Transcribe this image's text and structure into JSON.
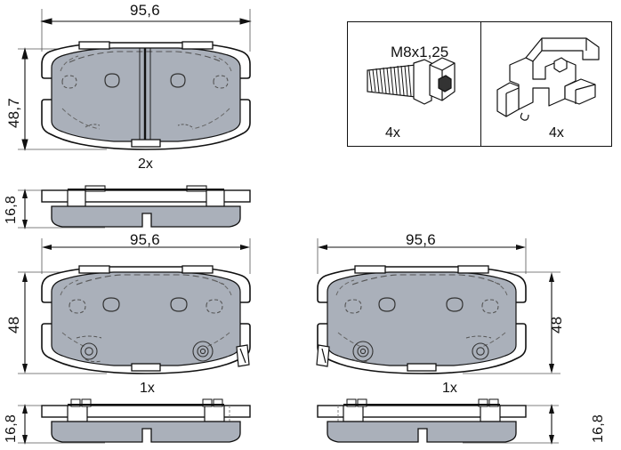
{
  "drawing": {
    "type": "technical-exploded-dimension-drawing",
    "subject": "disc brake pad set",
    "background_color": "#ffffff",
    "line_color": "#111111",
    "pad_fill_color": "#aab0ba",
    "plate_fill_color": "#ffffff"
  },
  "views": {
    "top_pair": {
      "name": "front view of pad pair",
      "width_label": "95,6",
      "height_label": "48,7",
      "qty_label": "2x"
    },
    "top_side": {
      "name": "side profile of pad pair",
      "thickness_label": "16,8"
    },
    "left_pad": {
      "name": "front view of left single pad",
      "width_label": "95,6",
      "height_label": "48",
      "qty_label": "1x"
    },
    "left_side": {
      "name": "side profile of left single pad",
      "thickness_label": "16,8"
    },
    "right_pad": {
      "name": "front view of right single pad",
      "width_label": "95,6",
      "height_label": "48",
      "qty_label": "1x"
    },
    "right_side": {
      "name": "side profile of right single pad",
      "thickness_label": "16,8"
    }
  },
  "accessory_box": {
    "bolt": {
      "icon": "hex-flange-bolt-icon",
      "thread_label": "M8x1,25",
      "qty_label": "4x"
    },
    "clip": {
      "icon": "retaining-clip-icon",
      "qty_label": "4x"
    }
  }
}
